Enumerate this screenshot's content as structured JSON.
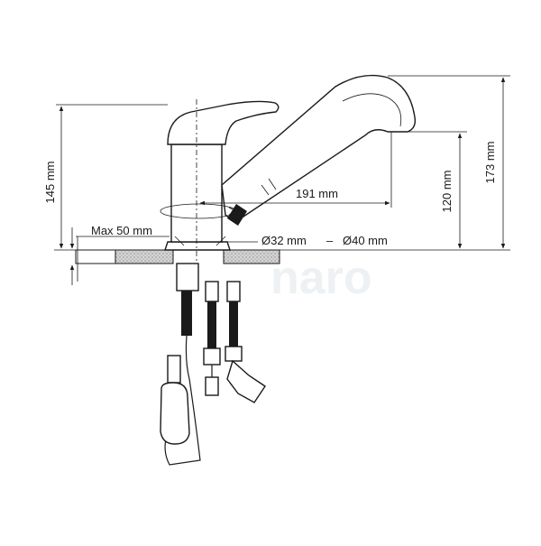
{
  "dimensions": {
    "height_145": "145 mm",
    "height_173": "173 mm",
    "height_120": "120 mm",
    "reach_191": "191 mm",
    "max_thickness": "Max 50 mm",
    "hole_diameter_min": "Ø32 mm",
    "separator": "–",
    "hole_diameter_max": "Ø40 mm"
  },
  "watermark": "naro",
  "colors": {
    "line": "#1a1a1a",
    "countertop": "#c8c8c8",
    "watermark": "#eef1f3"
  }
}
